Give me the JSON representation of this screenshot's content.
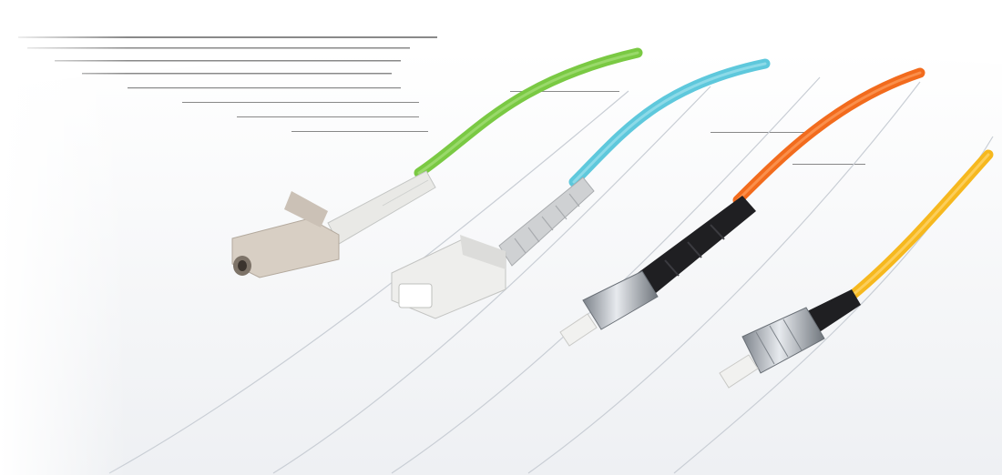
{
  "image": {
    "subject": "fiber-optic-patch-cables",
    "background_color": "#ffffff",
    "paper_color": "#f4f5f7",
    "paper_shadow": "#d9dde3"
  },
  "connectors": [
    {
      "type": "LC",
      "cable_color": "#7ac943",
      "boot_color": "#e9e9e6",
      "housing_color": "#d8cfc4"
    },
    {
      "type": "SC",
      "cable_color": "#5ec8dc",
      "boot_color": "#cfd1d3",
      "housing_color": "#eeeeec"
    },
    {
      "type": "ST",
      "cable_color": "#f26b1d",
      "boot_color": "#1f1f22",
      "housing_color": "#b9bec4"
    },
    {
      "type": "FC",
      "cable_color": "#f6b81e",
      "boot_color": "#1f1f22",
      "housing_color": "#b9bec4"
    }
  ]
}
